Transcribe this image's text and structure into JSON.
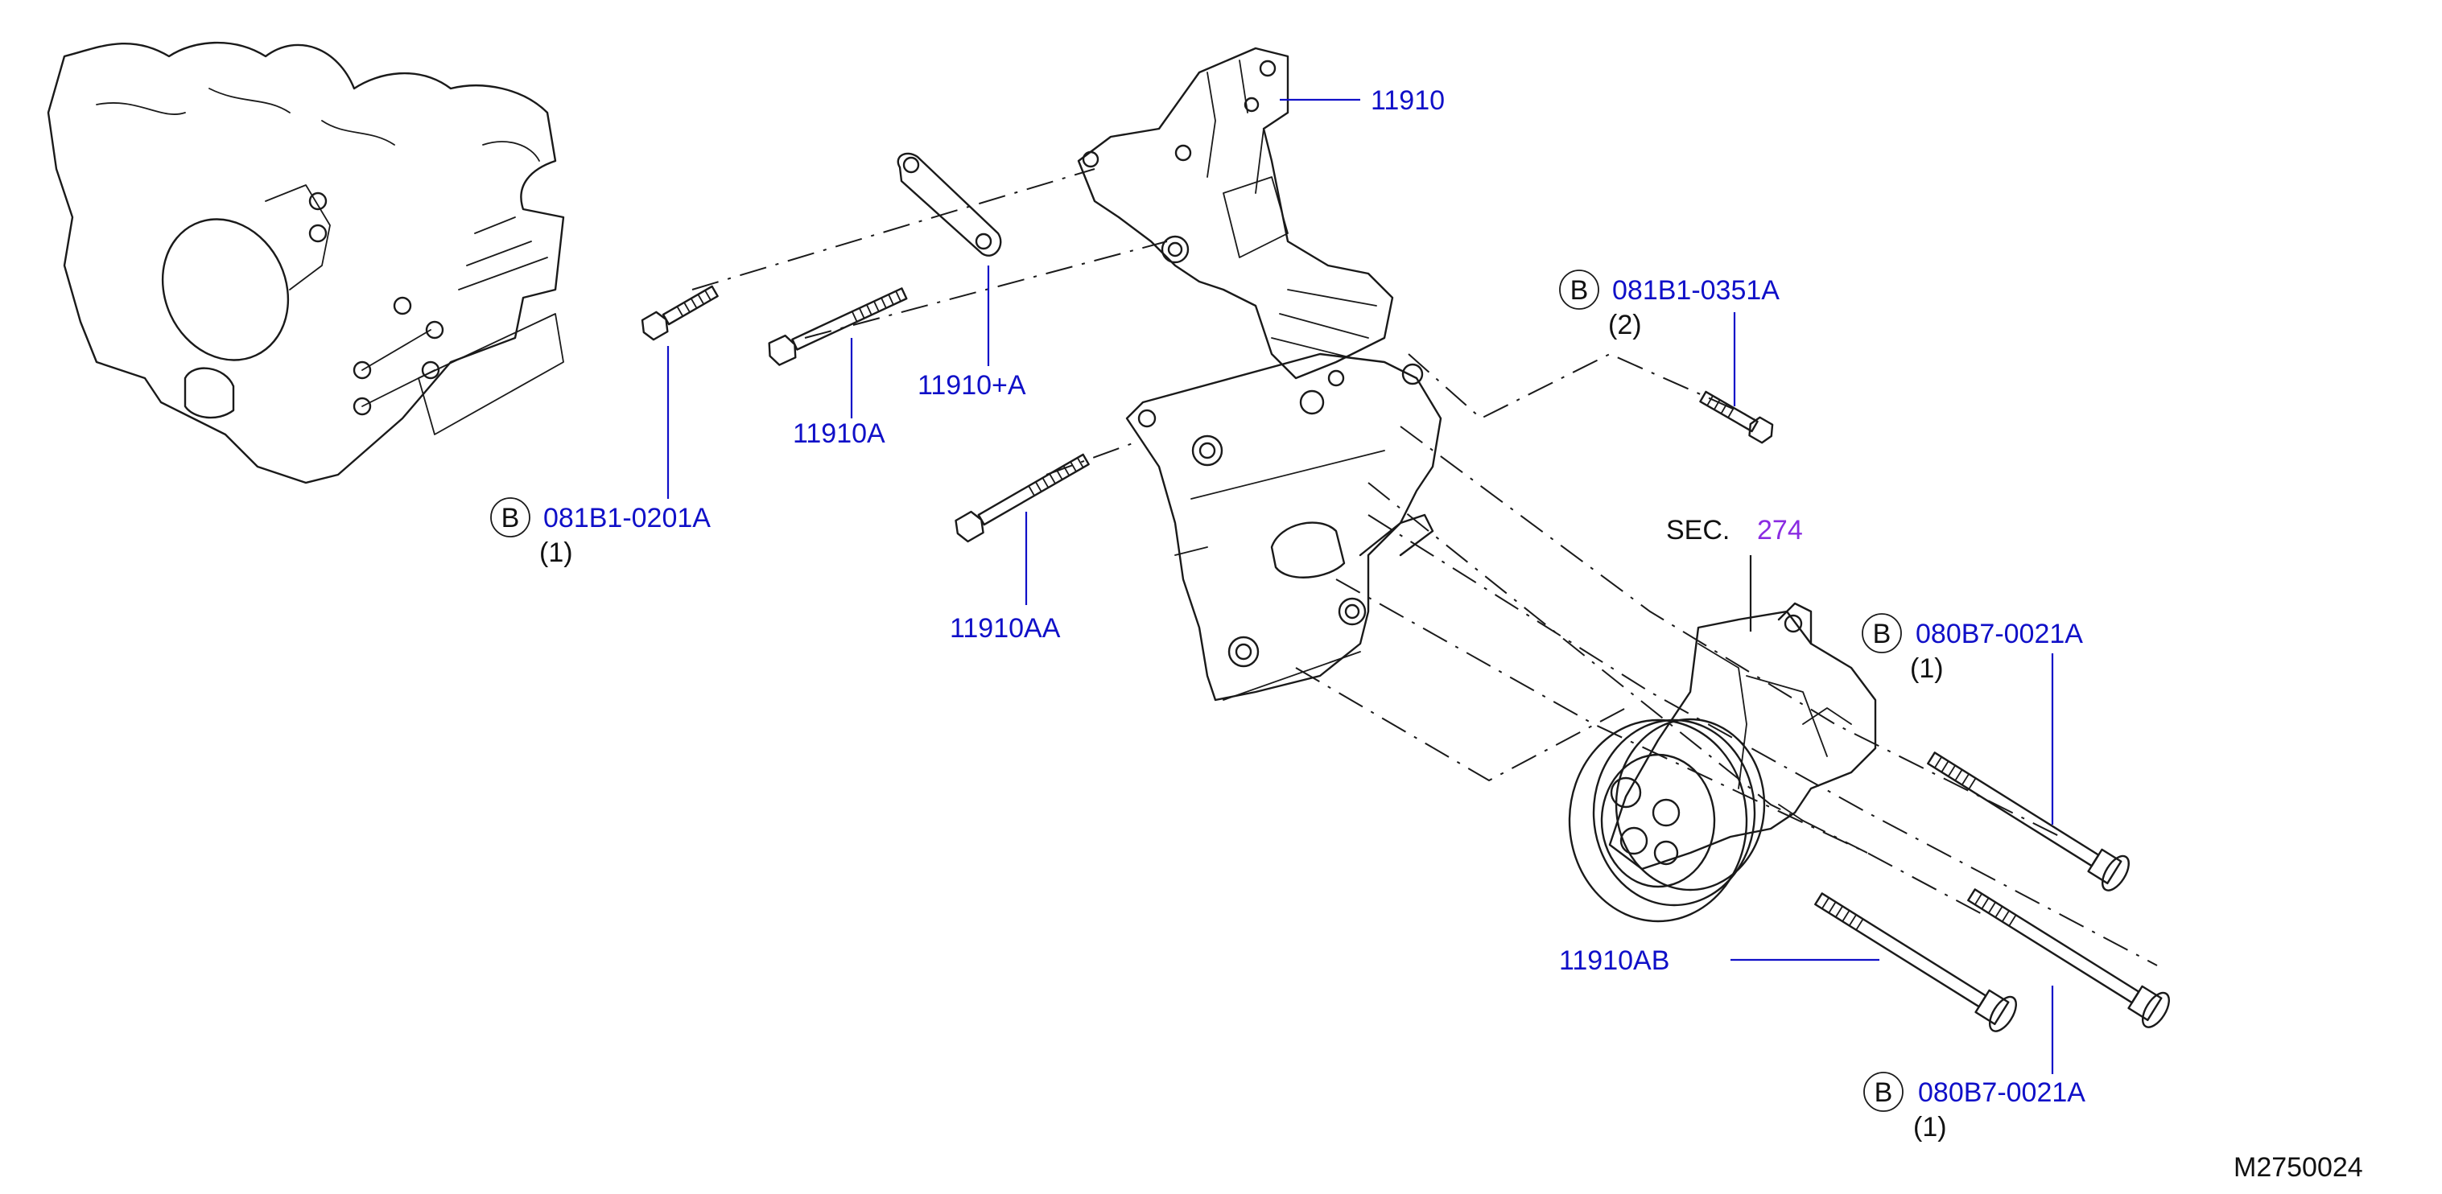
{
  "callouts": {
    "p11910": {
      "part": "11910"
    },
    "p11910plusA": {
      "part": "11910+A"
    },
    "p11910A": {
      "part": "11910A"
    },
    "p11910AA": {
      "part": "11910AA"
    },
    "p11910AB": {
      "part": "11910AB"
    },
    "bolt_0351A": {
      "badge": "B",
      "part": "081B1-0351A",
      "qty": "(2)"
    },
    "bolt_0201A": {
      "badge": "B",
      "part": "081B1-0201A",
      "qty": "(1)"
    },
    "bolt_0021A_upper": {
      "badge": "B",
      "part": "080B7-0021A",
      "qty": "(1)"
    },
    "bolt_0021A_lower": {
      "badge": "B",
      "part": "080B7-0021A",
      "qty": "(1)"
    }
  },
  "section_ref": {
    "prefix": "SEC.",
    "number": "274"
  },
  "diagram_id": "M2750024",
  "colors": {
    "part_label": "#1010c8",
    "section_link": "#8a2be2",
    "line": "#1a1a1a"
  }
}
